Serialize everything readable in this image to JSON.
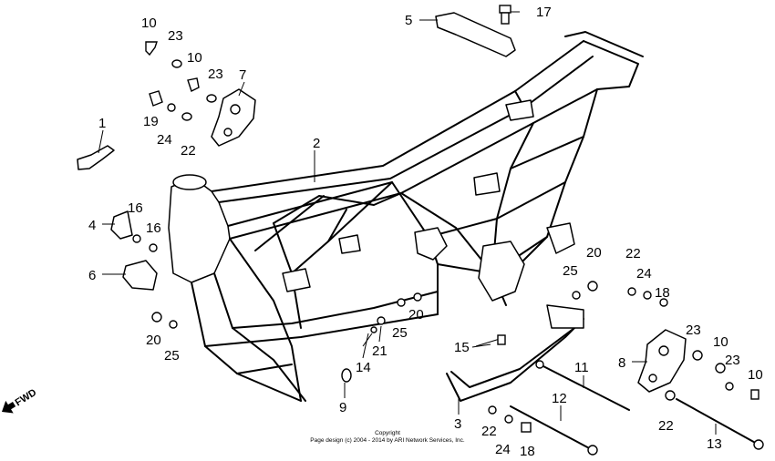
{
  "callouts": [
    {
      "id": "c1",
      "text": "1"
    },
    {
      "id": "c2",
      "text": "2"
    },
    {
      "id": "c3",
      "text": "3"
    },
    {
      "id": "c4",
      "text": "4"
    },
    {
      "id": "c5",
      "text": "5"
    },
    {
      "id": "c6",
      "text": "6"
    },
    {
      "id": "c7",
      "text": "7"
    },
    {
      "id": "c8",
      "text": "8"
    },
    {
      "id": "c9",
      "text": "9"
    },
    {
      "id": "c10a",
      "text": "10"
    },
    {
      "id": "c10b",
      "text": "10"
    },
    {
      "id": "c10c",
      "text": "10"
    },
    {
      "id": "c10d",
      "text": "10"
    },
    {
      "id": "c11",
      "text": "11"
    },
    {
      "id": "c12",
      "text": "12"
    },
    {
      "id": "c13",
      "text": "13"
    },
    {
      "id": "c14",
      "text": "14"
    },
    {
      "id": "c15",
      "text": "15"
    },
    {
      "id": "c16a",
      "text": "16"
    },
    {
      "id": "c16b",
      "text": "16"
    },
    {
      "id": "c17",
      "text": "17"
    },
    {
      "id": "c18a",
      "text": "18"
    },
    {
      "id": "c18b",
      "text": "18"
    },
    {
      "id": "c19",
      "text": "19"
    },
    {
      "id": "c20a",
      "text": "20"
    },
    {
      "id": "c20b",
      "text": "20"
    },
    {
      "id": "c20c",
      "text": "20"
    },
    {
      "id": "c21",
      "text": "21"
    },
    {
      "id": "c22a",
      "text": "22"
    },
    {
      "id": "c22b",
      "text": "22"
    },
    {
      "id": "c22c",
      "text": "22"
    },
    {
      "id": "c22d",
      "text": "22"
    },
    {
      "id": "c23a",
      "text": "23"
    },
    {
      "id": "c23b",
      "text": "23"
    },
    {
      "id": "c23c",
      "text": "23"
    },
    {
      "id": "c23d",
      "text": "23"
    },
    {
      "id": "c24a",
      "text": "24"
    },
    {
      "id": "c24b",
      "text": "24"
    },
    {
      "id": "c24c",
      "text": "24"
    },
    {
      "id": "c25a",
      "text": "25"
    },
    {
      "id": "c25b",
      "text": "25"
    },
    {
      "id": "c25c",
      "text": "25"
    }
  ],
  "direction_label": "FWD",
  "copyright": {
    "line1": "Copyright",
    "line2": "Page design (c) 2004 - 2014 by ARI Network Services, Inc."
  },
  "icons": {
    "direction": "fwd-arrow-icon"
  }
}
